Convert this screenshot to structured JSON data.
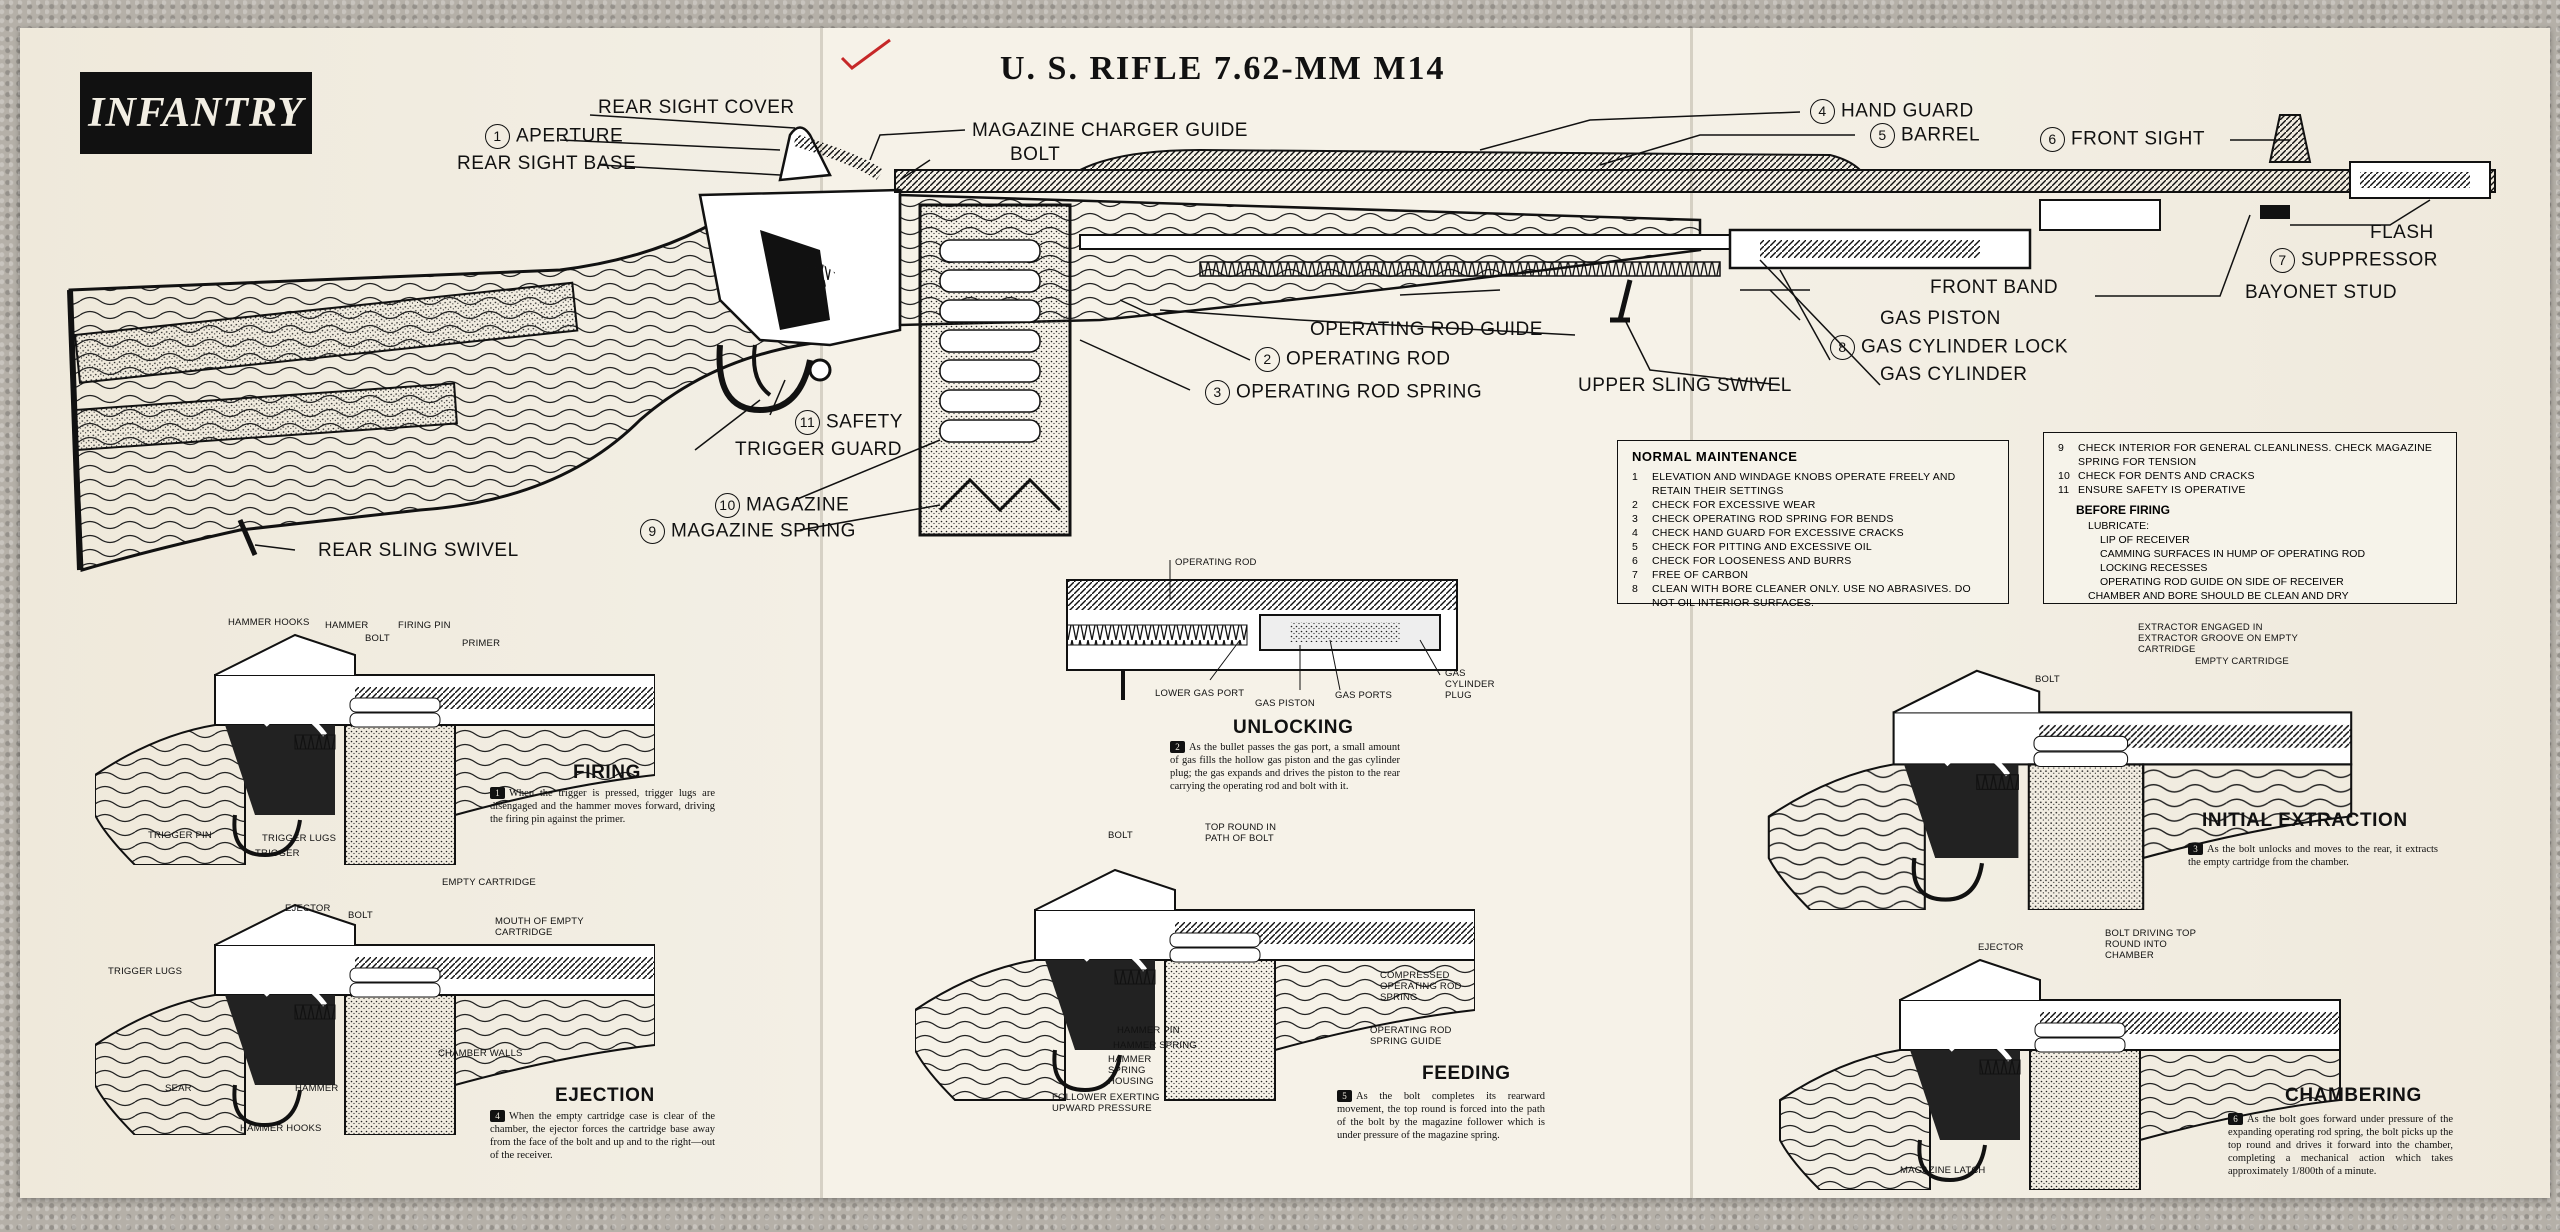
{
  "title": "U. S. RIFLE 7.62-MM    M14",
  "badge": "INFANTRY",
  "parts": {
    "rear_sight_cover": "REAR SIGHT COVER",
    "aperture": "APERTURE",
    "rear_sight_base": "REAR SIGHT BASE",
    "magazine_charger_guide": "MAGAZINE CHARGER GUIDE",
    "bolt": "BOLT",
    "hand_guard": "HAND GUARD",
    "barrel": "BARREL",
    "front_sight": "FRONT SIGHT",
    "flash_suppressor_1": "FLASH",
    "flash_suppressor_2": "SUPPRESSOR",
    "bayonet_stud": "BAYONET STUD",
    "front_band": "FRONT BAND",
    "gas_piston": "GAS PISTON",
    "gas_cylinder_lock": "GAS CYLINDER LOCK",
    "gas_cylinder": "GAS CYLINDER",
    "operating_rod_guide": "OPERATING ROD GUIDE",
    "operating_rod": "OPERATING ROD",
    "operating_rod_spring": "OPERATING ROD SPRING",
    "upper_sling_swivel": "UPPER SLING SWIVEL",
    "safety": "SAFETY",
    "trigger_guard": "TRIGGER GUARD",
    "magazine": "MAGAZINE",
    "magazine_spring": "MAGAZINE SPRING",
    "rear_sling_swivel": "REAR SLING SWIVEL"
  },
  "numbers": {
    "n1": "1",
    "n2": "2",
    "n3": "3",
    "n4": "4",
    "n5": "5",
    "n6": "6",
    "n7": "7",
    "n8": "8",
    "n9": "9",
    "n10": "10",
    "n11": "11"
  },
  "maintenance": {
    "heading": "NORMAL MAINTENANCE",
    "items": [
      {
        "k": "1",
        "t": "ELEVATION AND WINDAGE KNOBS OPERATE FREELY AND RETAIN THEIR SETTINGS"
      },
      {
        "k": "2",
        "t": "CHECK FOR EXCESSIVE WEAR"
      },
      {
        "k": "3",
        "t": "CHECK OPERATING ROD SPRING FOR BENDS"
      },
      {
        "k": "4",
        "t": "CHECK HAND GUARD FOR EXCESSIVE CRACKS"
      },
      {
        "k": "5",
        "t": "CHECK FOR PITTING AND EXCESSIVE OIL"
      },
      {
        "k": "6",
        "t": "CHECK FOR LOOSENESS AND BURRS"
      },
      {
        "k": "7",
        "t": "FREE OF CARBON"
      },
      {
        "k": "8",
        "t": "CLEAN WITH BORE CLEANER ONLY. USE NO ABRASIVES. DO NOT OIL INTERIOR SURFACES."
      }
    ],
    "items2": [
      {
        "k": "9",
        "t": "CHECK INTERIOR FOR GENERAL CLEANLINESS. CHECK MAGAZINE SPRING FOR TENSION"
      },
      {
        "k": "10",
        "t": "CHECK FOR DENTS AND CRACKS"
      },
      {
        "k": "11",
        "t": "ENSURE SAFETY IS OPERATIVE"
      }
    ],
    "before_firing": "BEFORE FIRING",
    "lubricate": [
      "LUBRICATE:",
      "LIP OF RECEIVER",
      "CAMMING SURFACES IN HUMP OF OPERATING ROD",
      "LOCKING RECESSES",
      "OPERATING ROD GUIDE ON SIDE OF RECEIVER",
      "CHAMBER AND BORE SHOULD BE CLEAN AND DRY"
    ]
  },
  "sections": {
    "firing": {
      "title": "FIRING",
      "n": "1",
      "text": "When the trigger is pressed, trigger lugs are disengaged and the hammer moves forward, driving the firing pin against the primer.",
      "labels": {
        "hammer_hooks": "HAMMER HOOKS",
        "hammer": "HAMMER",
        "bolt": "BOLT",
        "firing_pin": "FIRING PIN",
        "primer": "PRIMER",
        "trigger_pin": "TRIGGER PIN",
        "trigger_lugs": "TRIGGER LUGS",
        "trigger": "TRIGGER"
      }
    },
    "ejection": {
      "title": "EJECTION",
      "n": "4",
      "text": "When the empty cartridge case is clear of the chamber, the ejector forces the cartridge base away from the face of the bolt and up and to the right—out of the receiver.",
      "labels": {
        "ejector": "EJECTOR",
        "bolt": "BOLT",
        "empty_cartridge": "EMPTY CARTRIDGE",
        "mouth": "MOUTH OF EMPTY CARTRIDGE",
        "trigger_lugs": "TRIGGER LUGS",
        "chamber_walls": "CHAMBER WALLS",
        "sear": "SEAR",
        "hammer": "HAMMER",
        "hammer_hooks": "HAMMER HOOKS"
      }
    },
    "unlocking": {
      "title": "UNLOCKING",
      "n": "2",
      "text": "As the bullet passes the gas port, a small amount of gas fills the hollow gas piston and the gas cylinder plug; the gas expands and drives the piston to the rear carrying the operating rod and bolt with it.",
      "labels": {
        "operating_rod": "OPERATING ROD",
        "lower_gas_port": "LOWER GAS PORT",
        "gas_piston": "GAS PISTON",
        "gas_ports": "GAS PORTS",
        "gas_cylinder_plug": "GAS CYLINDER PLUG"
      }
    },
    "feeding": {
      "title": "FEEDING",
      "n": "5",
      "text": "As the bolt completes its rearward movement, the top round is forced into the path of the bolt by the magazine follower which is under pressure of the magazine spring.",
      "labels": {
        "bolt": "BOLT",
        "top_round": "TOP ROUND IN PATH OF BOLT",
        "compressed": "COMPRESSED OPERATING ROD SPRING",
        "hammer_pin": "HAMMER PIN",
        "hammer_spring": "HAMMER SPRING",
        "hammer_spring_housing": "HAMMER SPRING HOUSING",
        "operating_rod_spring_guide": "OPERATING ROD SPRING GUIDE",
        "follower": "FOLLOWER EXERTING UPWARD PRESSURE"
      }
    },
    "initial_extraction": {
      "title": "INITIAL EXTRACTION",
      "n": "3",
      "text": "As the bolt unlocks and moves to the rear, it extracts the empty cartridge from the chamber.",
      "labels": {
        "extractor": "EXTRACTOR ENGAGED IN EXTRACTOR GROOVE ON EMPTY CARTRIDGE",
        "bolt": "BOLT",
        "empty_cartridge": "EMPTY CARTRIDGE"
      }
    },
    "chambering": {
      "title": "CHAMBERING",
      "n": "6",
      "text": "As the bolt goes forward under pressure of the expanding operating rod spring, the bolt picks up the top round and drives it forward into the chamber, completing a mechanical action which takes approximately 1/800th of a minute.",
      "labels": {
        "ejector": "EJECTOR",
        "bolt_driving": "BOLT DRIVING TOP ROUND INTO CHAMBER",
        "magazine_latch": "MAGAZINE LATCH"
      }
    }
  }
}
